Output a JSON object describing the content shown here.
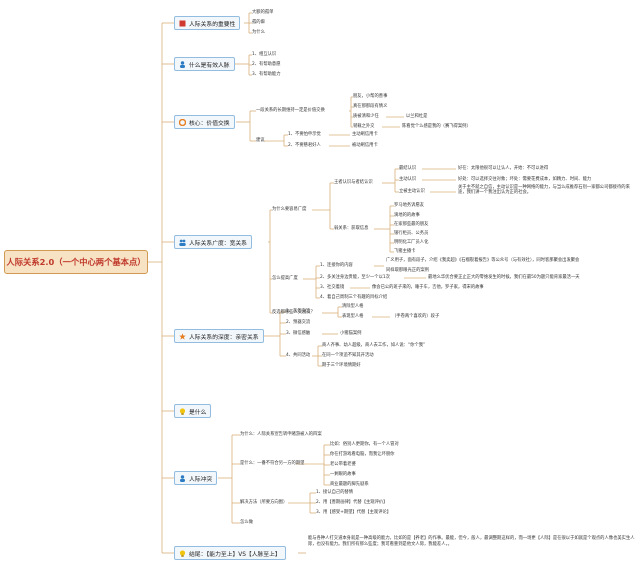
{
  "root": {
    "label": "人际关系2.0（一个中心两个基本点）"
  },
  "colors": {
    "connector": "#d8b07a",
    "root_fill": "#f7e2c4",
    "root_text": "#c0392b",
    "branch_fill": "#f2f7fb",
    "branch_border": "#93bde0"
  },
  "branches": {
    "importance": {
      "label": "人际关系的重要性",
      "icon": "red-square-icon",
      "items": [
        "大额的孤单",
        "孤的僻",
        "为什么"
      ]
    },
    "effective": {
      "label": "什么是有效人脉",
      "icon": "blue-person-icon",
      "items": [
        "1、相互认识",
        "2、有帮助意愿",
        "3、有帮助能力"
      ]
    },
    "core": {
      "label": "核心：价值交换",
      "icon": "orange-circle-icon",
      "exchange": "一段关系的长期维持一定是价值交换",
      "exchange_items": [
        "朋友，小帮的善事",
        "真在那那段有情义",
        "质被清和少任",
        "韧载之外交"
      ],
      "friend_note": "以兰和杜是",
      "tao_note": "陈看觉个么感是我的（赛飞得案例）",
      "advice": "建议",
      "advice_items": [
        "1、不要怕申示觉",
        "2、不要慈君好人"
      ],
      "advice_notes": [
        "主动刷信用卡",
        "被动刷信用卡"
      ]
    },
    "breadth": {
      "label": "人际关系广度：宽关系",
      "icon": "blue-people-icon",
      "why": "为什么要容易广度",
      "weak": "王者认识与者结认识",
      "weak_items": [
        "最结认识",
        "主动认识",
        "立被主动认识"
      ],
      "weak_notes": [
        "好在：太限他很可以让认人，开始：不可以进得",
        "好处：可以选择交往对象；坏处：需要花费成本，如精力、时间、能力",
        "关于主不就之自信，主动认识是一种网络的能力，与当么成推荐石别一家都公司都接待的来途，我们讲一个我注出认为正的社会。"
      ],
      "weak2": "弱关系：获取信息",
      "weak2_items": [
        "罗马地务诉愿友",
        "滴地的的故事",
        "在家那些最的朋友",
        "银行柜员、公务员",
        "明明化工厂员人化",
        "飞猪主播卡"
      ],
      "how": "怎么提高广度",
      "how_items": [
        "1、连接你的内容",
        "2、多关注身边贵能，至少一个以1次",
        "3、社交着镜",
        "4、着自己周制三个有趣的目标介绍"
      ],
      "how_note1": "广义用子，面有段子，介绍《我卖超》《石榴裂着报告》等公众号（与有效社），同时客那聚会出发聚会",
      "how_note1_extra": "同样取那眼光正的案例",
      "how_note2": "最地么华优合要正止正大的零维发生的时候，我们在最50为题只能背家最活一天",
      "how_note3": "像会已公的班子来的，睡于车，吉他，罗子家，得宋的故事",
      "change": "反选都哪些人交朋友？",
      "change_items": [
        "清除型人格",
        "表现型人格"
      ],
      "change_note": "（手卷两个喜欢的）段子"
    },
    "depth": {
      "label": "人际关系的深度：亲密关系",
      "icon": "orange-star-icon",
      "items": [
        "1、悲怨交流",
        "2、预器交流",
        "3、微信感触",
        "4、共同活动"
      ],
      "wechat_note": "小猪猫案例",
      "activity_items": [
        "商人齐事、幼人超级，商人去工作，如人说：“你个我”",
        "在同一个项追不知其开活动",
        "期于三个环境情期好"
      ]
    },
    "what": {
      "label": "是什么",
      "icon": "yellow-lightbulb-icon"
    },
    "conflict": {
      "label": "人际冲突",
      "icon": "blue-person-icon",
      "why": "为什么：人际关系宣告转申赌游被入的四案",
      "what": "是什么：一番不符合另一方的期望",
      "what_items": [
        "比如：俗别人更期你，有一个人冒对",
        "你在打游戏看电脑，而我让坏朋你",
        "老公带着老婆",
        "一剩眼的故事",
        "商业最题的脚先剧系"
      ],
      "solve": "解决方法（所要方向图）",
      "solve_items": [
        "1、接认自己的替情",
        "2、用【善期画律】代替【主观评价】",
        "3、用【感受+期望】代替【主观评论】"
      ],
      "how": "怎么做"
    },
    "conclusion": {
      "label": "结尾：【能力至上】VS【人脉至上】",
      "icon": "yellow-lightbulb-icon",
      "text": "能与各种人打交道本身就是一种高级的能力。比如的是【养老】的作事。最能，但今，般人，最调整期这样的，而一场更【人际】是在很以于如就是个观点的人像也美实生人际，也没有能力。我们所有那么些度；我可看重到是他文人际，我能差人，。"
    }
  }
}
